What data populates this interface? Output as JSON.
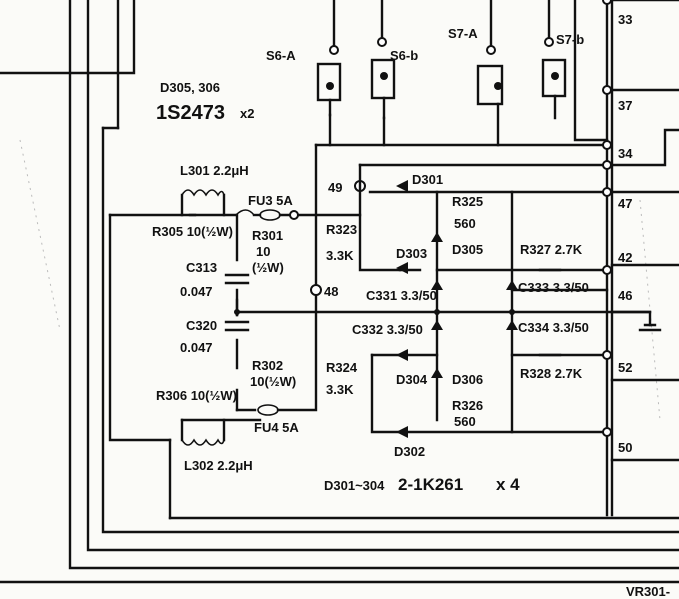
{
  "switches": [
    {
      "id": "s6a",
      "label": "S6-A"
    },
    {
      "id": "s6b",
      "label": "S6-b"
    },
    {
      "id": "s7a",
      "label": "S7-A"
    },
    {
      "id": "s7b",
      "label": "S7-b"
    }
  ],
  "diode_pair_label": {
    "ref": "D305, 306",
    "part": "1S2473",
    "qty": "x2"
  },
  "pins": [
    "33",
    "37",
    "34",
    "47",
    "42",
    "46",
    "52",
    "50"
  ],
  "nodes": [
    "49",
    "48"
  ],
  "components": {
    "l301": "L301 2.2μH",
    "l302": "L302 2.2μH",
    "fu3": "FU3 5A",
    "fu4": "FU4 5A",
    "r305": "R305 10(½W)",
    "r306": "R306 10(½W)",
    "r301_a": "R301",
    "r301_b": "10",
    "r301_c": "(½W)",
    "r302_a": "R302",
    "r302_b": "10(½W)",
    "c313_a": "C313",
    "c313_b": "0.047",
    "c320_a": "C320",
    "c320_b": "0.047",
    "r323_a": "R323",
    "r323_b": "3.3K",
    "r324_a": "R324",
    "r324_b": "3.3K",
    "r325_a": "R325",
    "r325_b": "560",
    "r326_a": "R326",
    "r326_b": "560",
    "d301": "D301",
    "d302": "D302",
    "d303": "D303",
    "d304": "D304",
    "d305": "D305",
    "d306": "D306",
    "c331": "C331 3.3/50",
    "c332": "C332 3.3/50",
    "c333": "C333 3.3/50",
    "c334": "C334 3.3/50",
    "r327": "R327 2.7K",
    "r328": "R328 2.7K"
  },
  "bridge_label": {
    "ref": "D301~304",
    "part": "2-1K261",
    "qty": "x 4"
  },
  "footer_text": "VR301-"
}
